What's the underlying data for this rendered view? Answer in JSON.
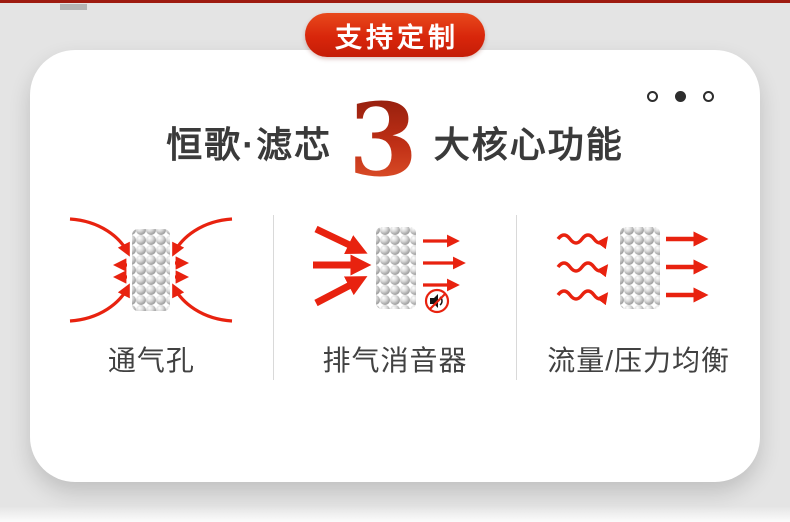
{
  "page": {
    "background_color": "#e4e4e4",
    "top_strip_color": "#9e1b10",
    "accent_red": "#e8220f",
    "card_color": "#ffffff"
  },
  "badge": {
    "label": "支持定制",
    "background": "#d8260b",
    "text_color": "#ffffff"
  },
  "carousel": {
    "dots": [
      {
        "state": "inactive"
      },
      {
        "state": "active"
      },
      {
        "state": "inactive"
      }
    ]
  },
  "title": {
    "prefix": "恒歌·滤芯",
    "number": "3",
    "suffix": "大核心功能",
    "number_color": "#c03016"
  },
  "features": [
    {
      "caption": "通气孔",
      "icon": "vent-hole-illustration"
    },
    {
      "caption": "排气消音器",
      "icon": "exhaust-muffler-illustration",
      "sub_icon": "mute-speaker-icon"
    },
    {
      "caption": "流量/压力均衡",
      "icon": "flow-pressure-balance-illustration"
    }
  ],
  "decorations": {
    "top_gray_bar_color": "#b3b3b3",
    "divider_color": "#d9d9d9"
  }
}
